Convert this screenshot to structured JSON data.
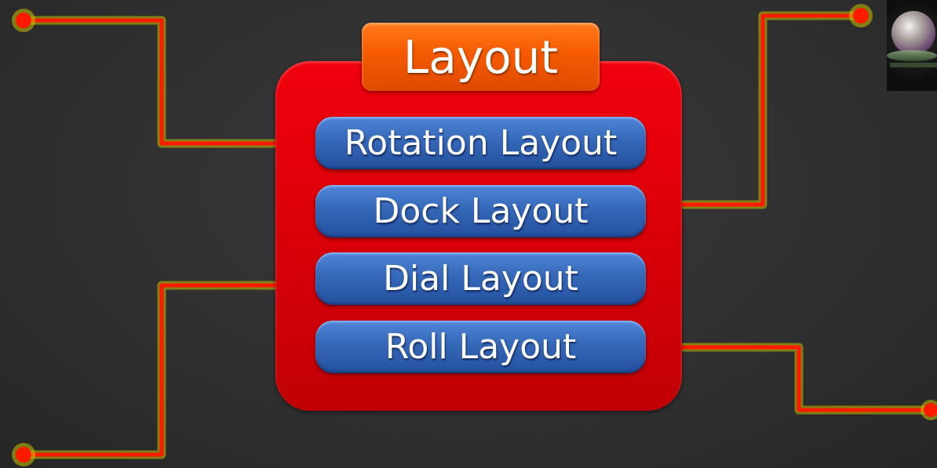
{
  "title": "Layout",
  "menu": [
    {
      "label": "Rotation Layout"
    },
    {
      "label": "Dock Layout"
    },
    {
      "label": "Dial Layout"
    },
    {
      "label": "Roll Layout"
    }
  ],
  "colors": {
    "background": "#333333",
    "panel": "#e0000a",
    "title_tab": "#f55a00",
    "button": "#3568b8",
    "connector": "#ff1a00",
    "connector_glow": "#c8c400"
  },
  "thumbnail": {
    "icon": "globe-thumbnail"
  }
}
